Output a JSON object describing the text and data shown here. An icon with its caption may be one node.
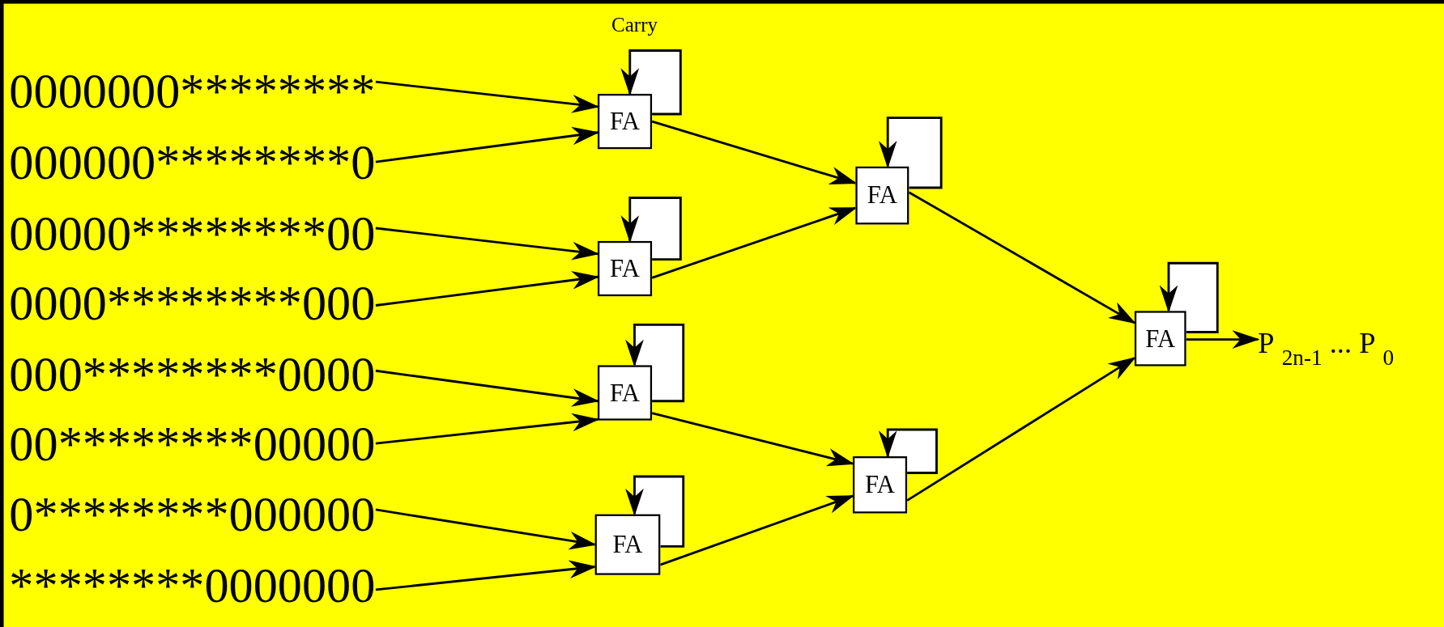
{
  "diagram": {
    "nodes": [
      {
        "text": [
          "0000000********"
        ]
      },
      {
        "text": [
          "000000********0"
        ]
      },
      {
        "text": [
          "00000********00"
        ]
      },
      {
        "text": [
          "0000********000"
        ]
      },
      {
        "text": [
          "000********0000"
        ]
      },
      {
        "text": [
          "00********00000"
        ]
      },
      {
        "text": [
          "0********000000"
        ]
      },
      {
        "text": [
          "********0000000"
        ]
      },
      {
        "text": [
          "FA"
        ]
      },
      {
        "text": [
          "FA"
        ]
      },
      {
        "text": [
          "FA"
        ]
      },
      {
        "text": [
          "FA"
        ]
      },
      {
        "text": [
          "FA"
        ]
      },
      {
        "text": [
          "FA"
        ]
      },
      {
        "text": [
          "FA"
        ]
      },
      {
        "text": [
          "P$_{2n-1}$ ... P$_{0}$"
        ]
      }
    ],
    "edges": [
      {
        "from": 0,
        "to": 8,
        "arrow": "to"
      },
      {
        "from": 1,
        "to": 8,
        "arrow": "to"
      },
      {
        "from": 2,
        "to": 9,
        "arrow": "to"
      },
      {
        "from": 3,
        "to": 9,
        "arrow": "to"
      },
      {
        "from": 4,
        "to": 10,
        "arrow": "to"
      },
      {
        "from": 5,
        "to": 10,
        "arrow": "to"
      },
      {
        "from": 6,
        "to": 11,
        "arrow": "to"
      },
      {
        "from": 7,
        "to": 11,
        "arrow": "to"
      },
      {
        "from": 8,
        "to": 12,
        "arrow": "to"
      },
      {
        "from": 9,
        "to": 12,
        "arrow": "to"
      },
      {
        "from": 10,
        "to": 13,
        "arrow": "to"
      },
      {
        "from": 11,
        "to": 13,
        "arrow": "to"
      },
      {
        "from": 12,
        "to": 14,
        "arrow": "to"
      },
      {
        "from": 13,
        "to": 14,
        "arrow": "to"
      },
      {
        "from": 14,
        "to": 15,
        "arrow": "to"
      },
      {
        "from": 8,
        "to": 8,
        "arrow": "to"
      },
      {
        "from": 9,
        "to": 9,
        "arrow": "to"
      },
      {
        "from": 10,
        "to": 10,
        "arrow": "to"
      },
      {
        "from": 11,
        "to": 11,
        "arrow": "to"
      },
      {
        "from": 12,
        "to": 12,
        "arrow": "to"
      },
      {
        "from": 13,
        "to": 13,
        "arrow": "to"
      },
      {
        "from": 14,
        "to": 14,
        "arrow": "to"
      }
    ],
    "labels": [
      "Carry"
    ]
  }
}
